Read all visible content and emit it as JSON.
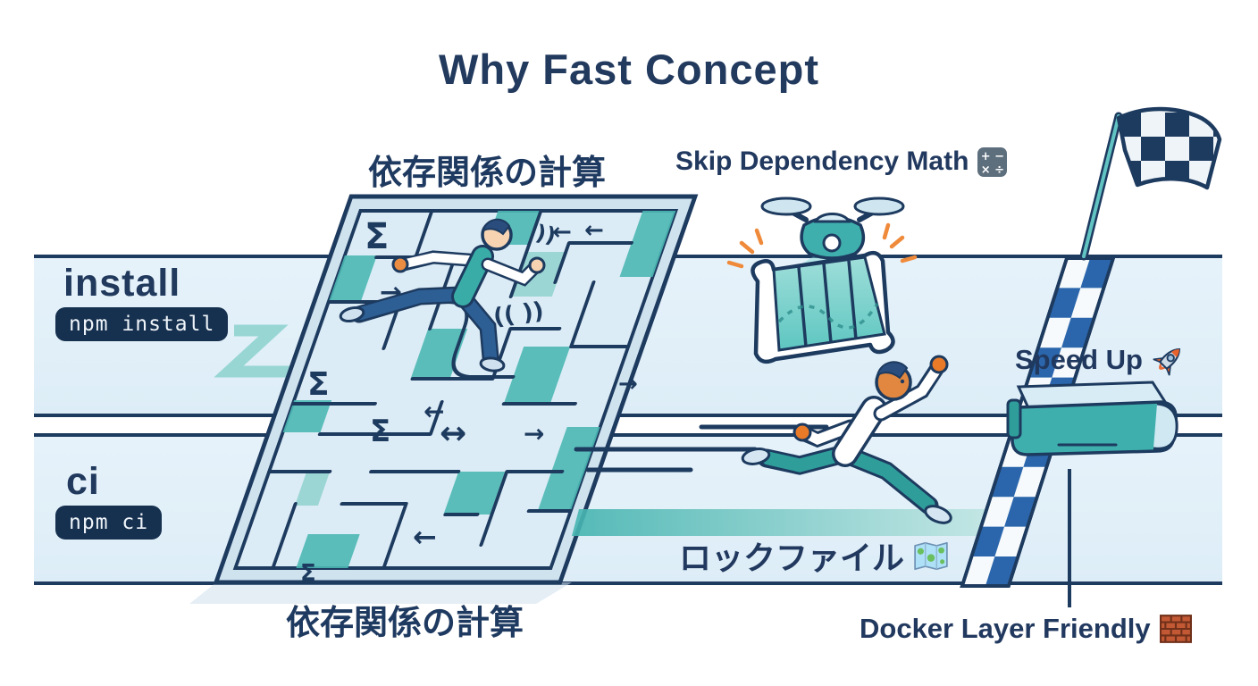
{
  "title": "Why Fast Concept",
  "install_lane": {
    "label": "install",
    "code": "npm install",
    "caption_top": "依存関係の計算"
  },
  "ci_lane": {
    "label": "ci",
    "code": "npm ci",
    "caption_bottom": "依存関係の計算"
  },
  "callouts": {
    "skip_dependency": "Skip Dependency Math",
    "speed_up": "Speed Up",
    "lockfile": "ロックファイル",
    "docker": "Docker Layer Friendly"
  },
  "icons": {
    "calculator_row1": "+ −",
    "calculator_row2": "× ÷",
    "calculator": "calculator-icon",
    "rocket": "rocket-icon",
    "world_map": "world-map-icon",
    "bricks": "bricks-icon",
    "finish_flag": "checkered-flag-icon"
  },
  "maze_symbols": {
    "sigma": "Σ",
    "arrow_left": "←",
    "arrow_right": "→",
    "arrow_both": "↔",
    "parens": "(( ))",
    "echo": "))"
  },
  "colors": {
    "navy": "#1d3a5f",
    "teal": "#3fafad",
    "lane_fill": "#e1effa",
    "checker_blue": "#2b66ac",
    "badge_bg": "#16304f",
    "accent_orange": "#ef8a3a"
  }
}
